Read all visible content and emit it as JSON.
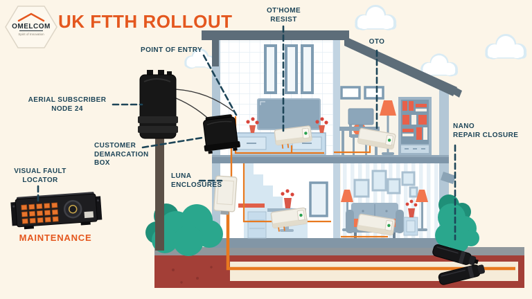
{
  "header": {
    "logo_name": "OMELCOM",
    "logo_tagline": "Spirit of Innovation",
    "title": "UK FTTH ROLLOUT"
  },
  "labels": {
    "othome_resist": "OT'HOME\nRESIST",
    "point_of_entry": "POINT OF ENTRY",
    "oto": "OTO",
    "aerial_subscriber_node": "AERIAL SUBSCRIBER\nNODE 24",
    "customer_demarcation_box": "CUSTOMER\nDEMARCATION\nBOX",
    "visual_fault_locator": "VISUAL FAULT\nLOCATOR",
    "luna_enclosures": "LUNA\nENCLOSURES",
    "nano_repair_closure": "NANO\nREPAIR CLOSURE",
    "maintenance": "MAINTENANCE"
  },
  "colors": {
    "background": "#fcf5e8",
    "accent_orange": "#e4571e",
    "label_navy": "#1d4558",
    "cable_orange": "#e8791f",
    "bush_green": "#2aa78d",
    "soil_red": "#a33f37",
    "roof_gray": "#5d6d79"
  }
}
